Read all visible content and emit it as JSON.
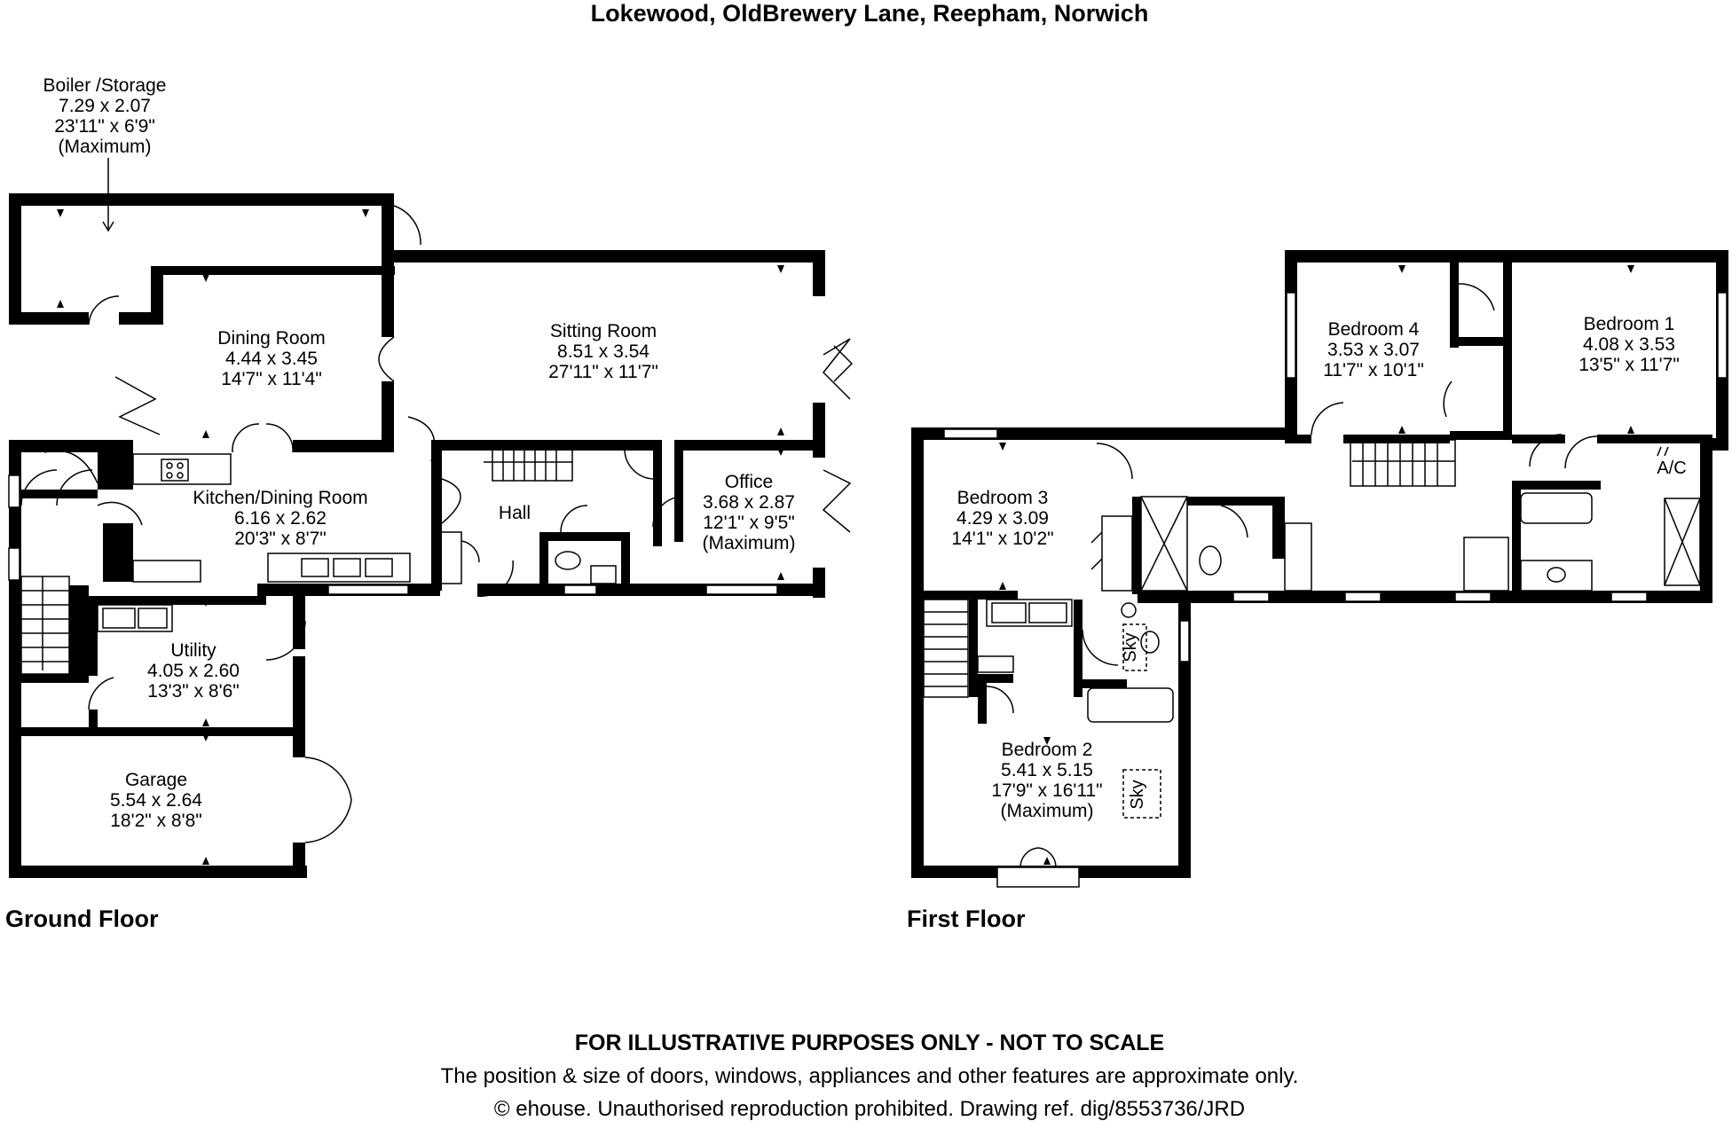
{
  "title": "Lokewood, OldBrewery Lane, Reepham, Norwich",
  "floors": {
    "ground": "Ground Floor",
    "first": "First Floor"
  },
  "rooms": {
    "boiler": {
      "name": "Boiler /Storage",
      "metric": "7.29 x 2.07",
      "imperial": "23'11\" x 6'9\"",
      "note": "(Maximum)"
    },
    "dining": {
      "name": "Dining Room",
      "metric": "4.44 x 3.45",
      "imperial": "14'7\" x 11'4\""
    },
    "sitting": {
      "name": "Sitting Room",
      "metric": "8.51 x 3.54",
      "imperial": "27'11\" x 11'7\""
    },
    "kitchen": {
      "name": "Kitchen/Dining Room",
      "metric": "6.16 x 2.62",
      "imperial": "20'3\" x 8'7\""
    },
    "hall": {
      "name": "Hall"
    },
    "office": {
      "name": "Office",
      "metric": "3.68 x 2.87",
      "imperial": "12'1\" x 9'5\"",
      "note": "(Maximum)"
    },
    "utility": {
      "name": "Utility",
      "metric": "4.05 x 2.60",
      "imperial": "13'3\" x 8'6\""
    },
    "garage": {
      "name": "Garage",
      "metric": "5.54 x 2.64",
      "imperial": "18'2\" x 8'8\""
    },
    "bedroom4": {
      "name": "Bedroom 4",
      "metric": "3.53 x 3.07",
      "imperial": "11'7\" x 10'1\""
    },
    "bedroom1": {
      "name": "Bedroom 1",
      "metric": "4.08 x 3.53",
      "imperial": "13'5\" x 11'7\""
    },
    "bedroom3": {
      "name": "Bedroom 3",
      "metric": "4.29 x 3.09",
      "imperial": "14'1\" x 10'2\""
    },
    "bedroom2": {
      "name": "Bedroom 2",
      "metric": "5.41 x 5.15",
      "imperial": "17'9\" x 16'11\"",
      "note": "(Maximum)"
    }
  },
  "labels": {
    "ac": "A/C",
    "sky": "Sky"
  },
  "disclaimer": {
    "heading": "FOR ILLUSTRATIVE PURPOSES ONLY - NOT TO SCALE",
    "line1": "The position & size of doors, windows, appliances and other features are approximate only.",
    "line2": "© ehouse. Unauthorised reproduction prohibited. Drawing ref. dig/8553736/JRD"
  }
}
